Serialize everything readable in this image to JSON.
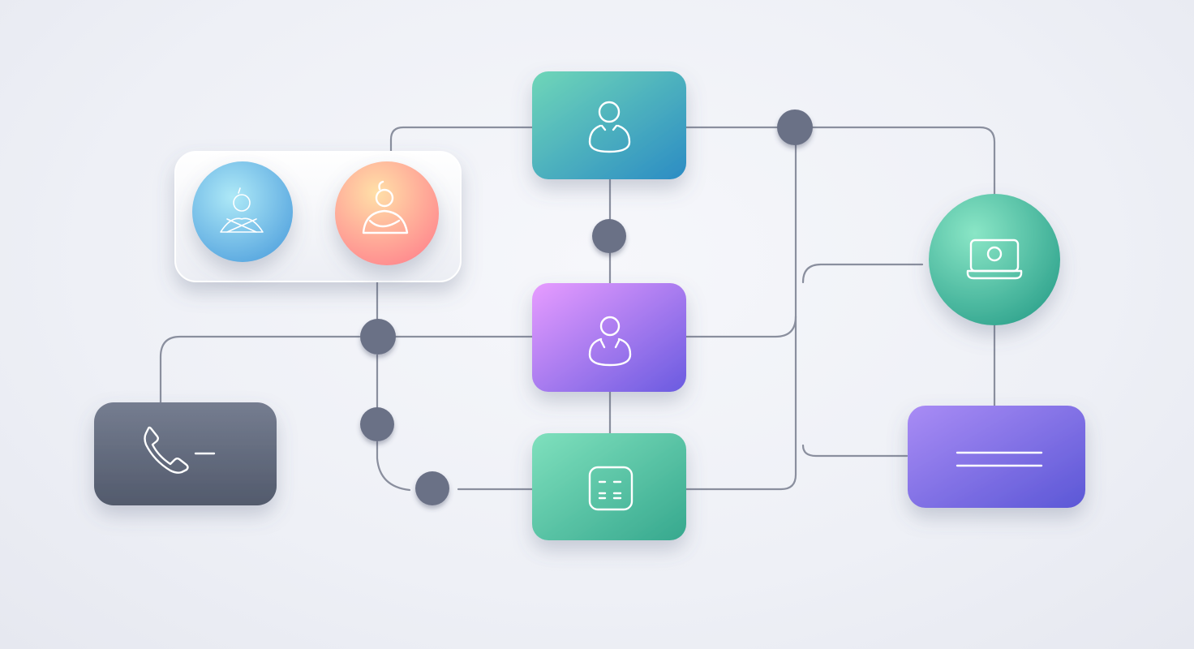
{
  "diagram": {
    "type": "flow-network",
    "nodes": [
      {
        "id": "user-top",
        "shape": "rounded-rect",
        "icon": "user-icon",
        "color_from": "#6fd6b8",
        "color_to": "#2b8cc4"
      },
      {
        "id": "user-middle",
        "shape": "rounded-rect",
        "icon": "user-icon",
        "color_from": "#e79cff",
        "color_to": "#6a5be0"
      },
      {
        "id": "chat-bottom",
        "shape": "rounded-rect",
        "icon": "chat-face-icon",
        "color_from": "#7fe0bd",
        "color_to": "#36a88e"
      },
      {
        "id": "profile-pair-card",
        "shape": "card",
        "icon": "none",
        "color_from": "#ffffff",
        "color_to": "#f1f2f6"
      },
      {
        "id": "meditation-blue",
        "shape": "circle",
        "icon": "meditation-icon",
        "color_from": "#9ee2f5",
        "color_to": "#5aa8e0"
      },
      {
        "id": "meditation-coral",
        "shape": "circle",
        "icon": "meditation-icon",
        "color_from": "#ffd6a0",
        "color_to": "#ff8c8c"
      },
      {
        "id": "phone-card",
        "shape": "rounded-rect",
        "icon": "phone-icon",
        "color_from": "#727a8c",
        "color_to": "#525a6c"
      },
      {
        "id": "laptop-circle",
        "shape": "circle",
        "icon": "laptop-icon",
        "color_from": "#7ddfbd",
        "color_to": "#2fa38d"
      },
      {
        "id": "menu-card",
        "shape": "rounded-rect",
        "icon": "lines-icon",
        "color_from": "#a98cf5",
        "color_to": "#5b57d6"
      }
    ],
    "junction_count": 5
  },
  "colors": {
    "connector": "#8a8f9e",
    "junction": "#6b7186",
    "background": "#eef0f6"
  }
}
